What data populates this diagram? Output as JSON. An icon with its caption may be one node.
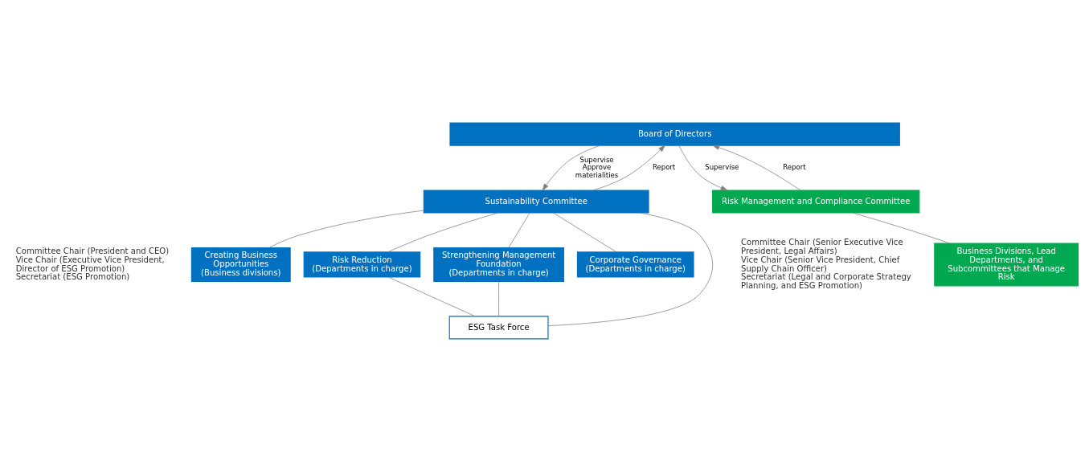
{
  "diagram": {
    "nodes": [
      {
        "text": [
          "Board of Directors"
        ]
      },
      {
        "text": [
          "Sustainability Committee"
        ],
        "beside": [
          "Committee Chair (President and CEO)",
          "Vice Chair (Executive Vice President, Director of ESG Promotion)",
          "Secretariat (ESG Promotion)"
        ]
      },
      {
        "text": [
          "Risk Management and Compliance Committee"
        ],
        "beside": [
          "Committee Chair (Senior Executive Vice President, Legal Affairs)",
          "Vice Chair (Senior Vice President, Chief Supply Chain Officer)",
          "Secretariat (Legal and Corporate Strategy Planning, and ESG Promotion)"
        ]
      },
      {
        "text": [
          "Creating Business Opportunities",
          "(Business divisions)"
        ]
      },
      {
        "text": [
          "Risk Reduction",
          "(Departments in charge)"
        ]
      },
      {
        "text": [
          "Strengthening Management Foundation",
          "(Departments in charge)"
        ]
      },
      {
        "text": [
          "Corporate Governance",
          "(Departments in charge)"
        ]
      },
      {
        "text": [
          "ESG Task Force"
        ]
      },
      {
        "text": [
          "Business Divisions, Lead Departments, and Subcommittees that Manage Risk"
        ]
      }
    ],
    "edges": [
      {
        "from": 1,
        "to": 0,
        "arrow": "to",
        "label": "Report"
      },
      {
        "from": 0,
        "to": 1,
        "arrow": "to",
        "label": "Supervise Approve materialities"
      },
      {
        "from": 2,
        "to": 0,
        "arrow": "to",
        "label": "Report"
      },
      {
        "from": 0,
        "to": 2,
        "arrow": "to",
        "label": "Supervise"
      },
      {
        "from": 1,
        "to": 3,
        "arrow": "none"
      },
      {
        "from": 1,
        "to": 4,
        "arrow": "none"
      },
      {
        "from": 1,
        "to": 5,
        "arrow": "none"
      },
      {
        "from": 1,
        "to": 6,
        "arrow": "none"
      },
      {
        "from": 1,
        "to": 7,
        "arrow": "none"
      },
      {
        "from": 4,
        "to": 7,
        "arrow": "none"
      },
      {
        "from": 5,
        "to": 7,
        "arrow": "none"
      },
      {
        "from": 2,
        "to": 8,
        "arrow": "none"
      }
    ]
  }
}
